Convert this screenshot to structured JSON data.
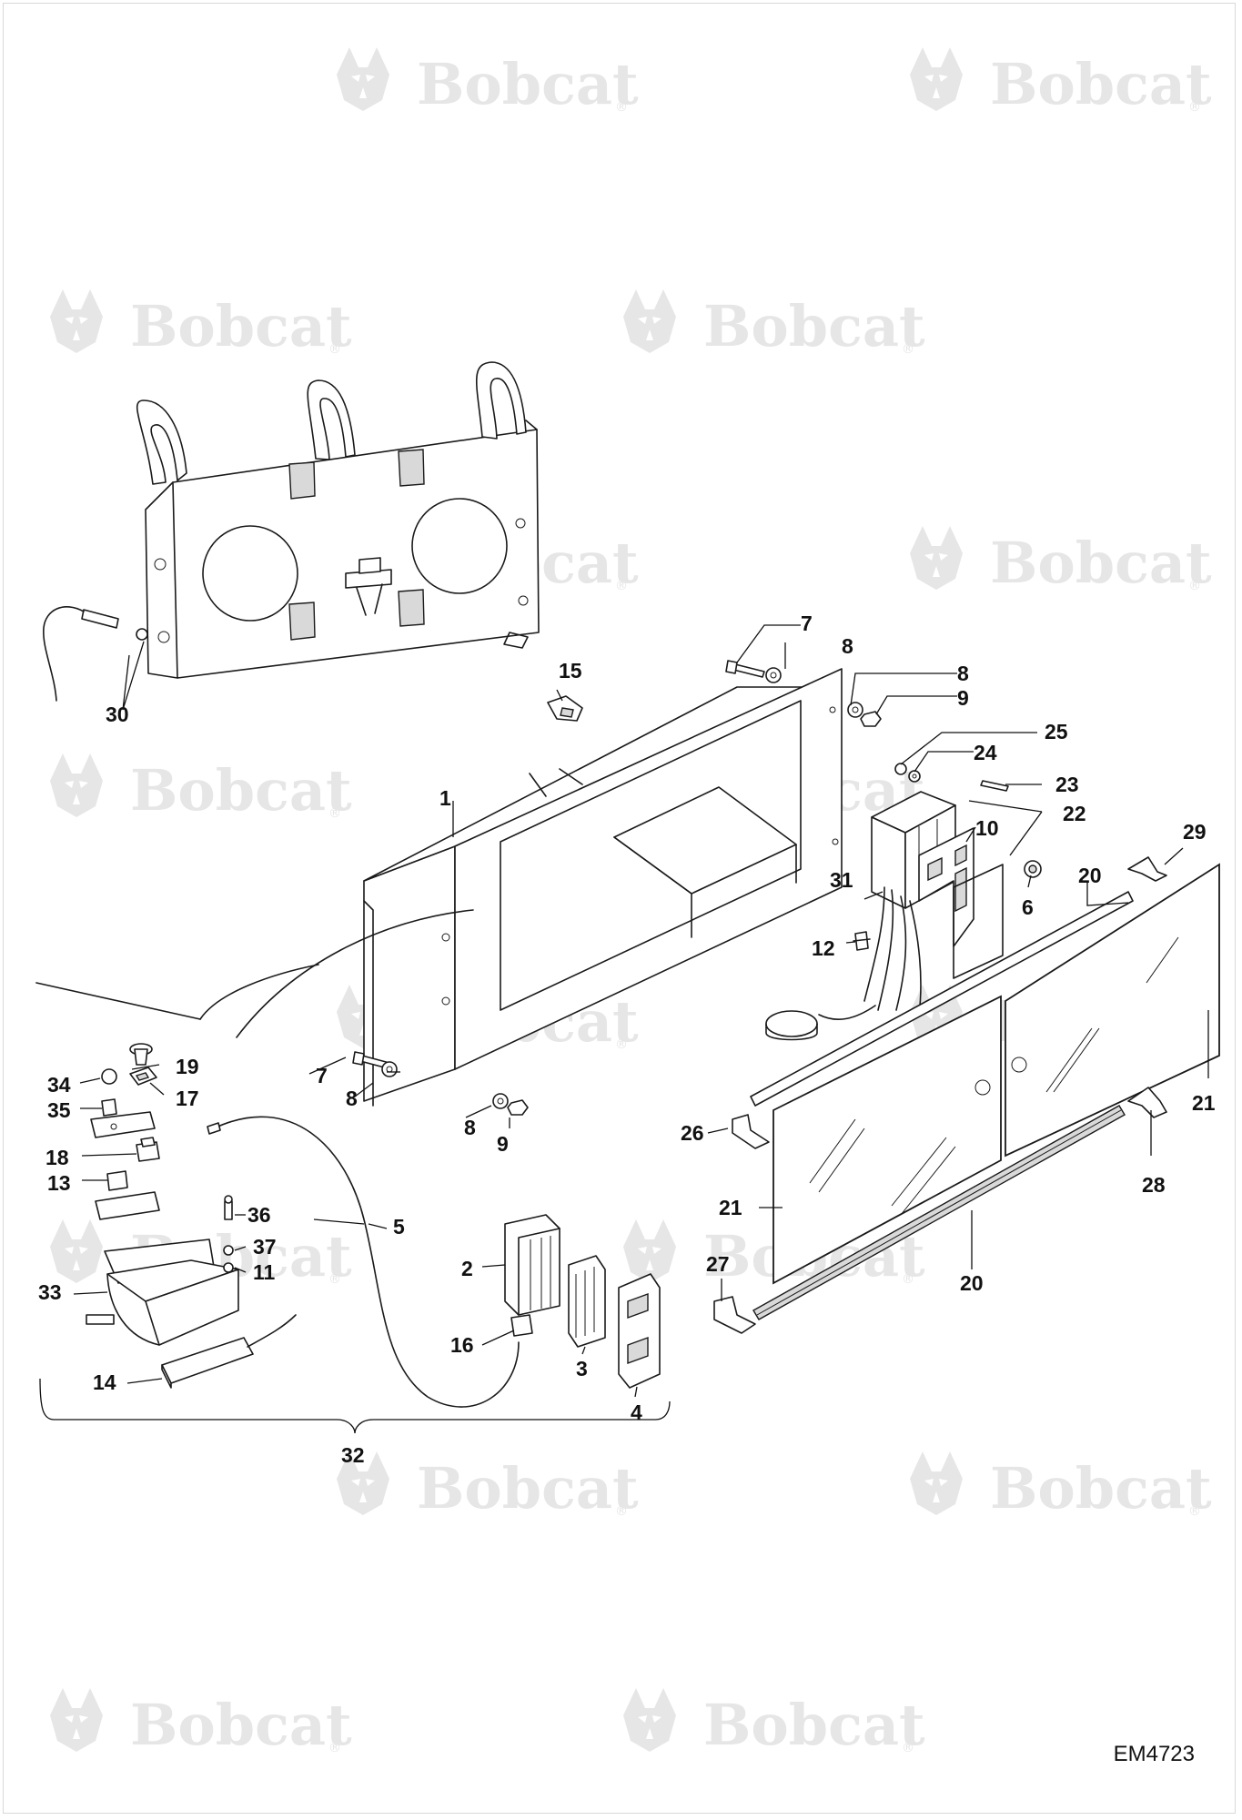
{
  "watermark": {
    "brand": "Bobcat",
    "reg_mark": "®"
  },
  "drawing_id": "EM4723",
  "callouts": {
    "c1": "1",
    "c2": "2",
    "c3": "3",
    "c4": "4",
    "c5": "5",
    "c6": "6",
    "c7a": "7",
    "c7b": "7",
    "c8a": "8",
    "c8b": "8",
    "c8c": "8",
    "c8d": "8",
    "c9a": "9",
    "c9b": "9",
    "c10": "10",
    "c11": "11",
    "c12": "12",
    "c13": "13",
    "c14": "14",
    "c15": "15",
    "c16": "16",
    "c17": "17",
    "c18": "18",
    "c19": "19",
    "c20a": "20",
    "c20b": "20",
    "c21a": "21",
    "c21b": "21",
    "c22": "22",
    "c23": "23",
    "c24": "24",
    "c25": "25",
    "c26": "26",
    "c27": "27",
    "c28": "28",
    "c29": "29",
    "c30": "30",
    "c31": "31",
    "c32": "32",
    "c33": "33",
    "c34": "34",
    "c35": "35",
    "c36": "36",
    "c37": "37"
  }
}
